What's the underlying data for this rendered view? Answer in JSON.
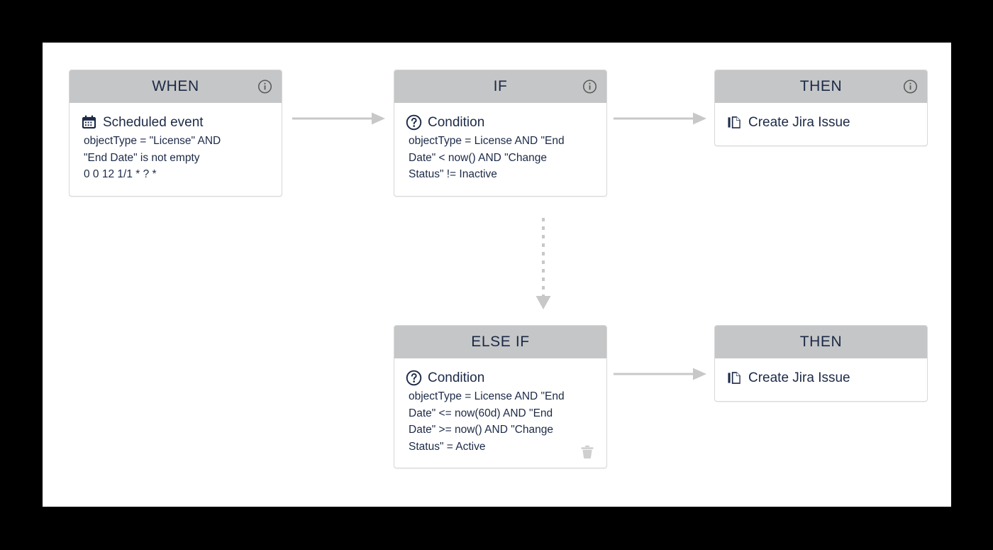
{
  "canvas": {
    "background": "#ffffff",
    "outer_background": "#000000",
    "header_color": "#c5c6c7",
    "text_color": "#1c2a47",
    "connector_color": "#c8c8c8"
  },
  "cards": [
    {
      "id": "when",
      "title": "WHEN",
      "has_info_icon": true,
      "info_icon_name": "info-icon",
      "row_icon": "calendar-icon",
      "row_label": "Scheduled event",
      "detail": "objectType = \"License\" AND\n\"End Date\" is not empty\n0 0 12 1/1 * ? *",
      "has_trash": false
    },
    {
      "id": "if",
      "title": "IF",
      "has_info_icon": true,
      "info_icon_name": "info-icon",
      "row_icon": "question-circle-icon",
      "row_label": "Condition",
      "detail": "objectType = License AND \"End\nDate\" < now() AND \"Change\nStatus\" != Inactive",
      "has_trash": false
    },
    {
      "id": "then-1",
      "title": "THEN",
      "has_info_icon": true,
      "info_icon_name": "info-icon",
      "row_icon": "copy-documents-icon",
      "row_label": "Create Jira Issue",
      "detail": "",
      "has_trash": false
    },
    {
      "id": "elseif",
      "title": "ELSE IF",
      "has_info_icon": false,
      "info_icon_name": "",
      "row_icon": "question-circle-icon",
      "row_label": "Condition",
      "detail": "objectType = License AND \"End\nDate\" <= now(60d) AND \"End\nDate\" >= now() AND \"Change\nStatus\" = Active",
      "has_trash": true,
      "trash_icon_name": "delete-icon"
    },
    {
      "id": "then-2",
      "title": "THEN",
      "has_info_icon": false,
      "info_icon_name": "",
      "row_icon": "copy-documents-icon",
      "row_label": "Create Jira Issue",
      "detail": "",
      "has_trash": false
    }
  ],
  "connectors": [
    {
      "id": "when-if",
      "style": "solid",
      "direction": "right"
    },
    {
      "id": "if-then",
      "style": "solid",
      "direction": "right"
    },
    {
      "id": "elseif-then",
      "style": "solid",
      "direction": "right"
    },
    {
      "id": "if-elseif",
      "style": "dotted",
      "direction": "down"
    }
  ]
}
